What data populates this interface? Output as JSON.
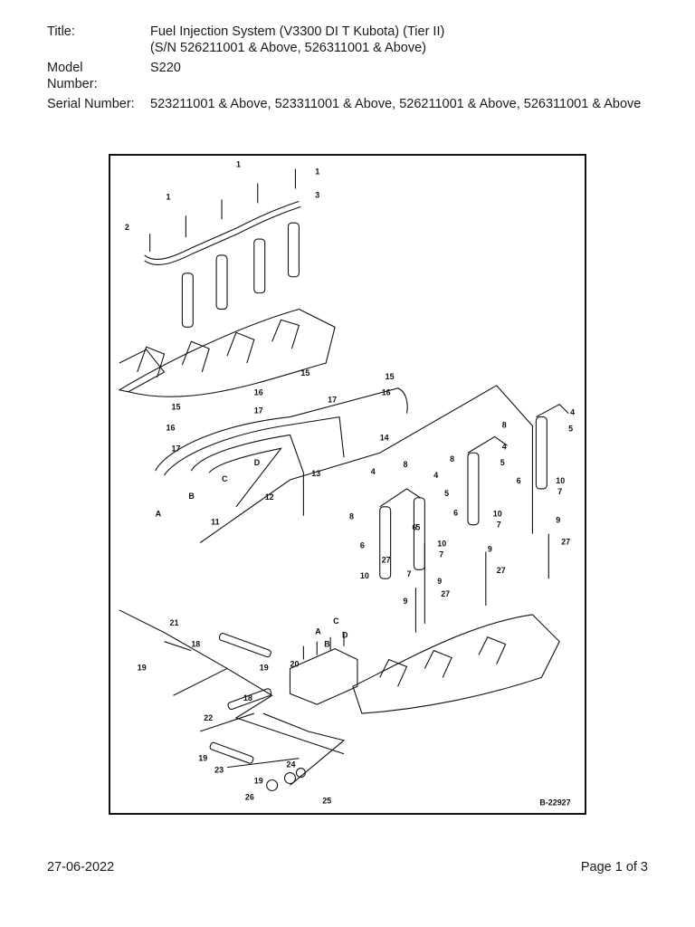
{
  "header": {
    "title_label": "Title:",
    "title_line1": "Fuel Injection System (V3300 DI T Kubota) (Tier II)",
    "title_line2": "(S/N 526211001 & Above, 526311001 & Above)",
    "model_label_line1": "Model",
    "model_label_line2": "Number:",
    "model_value": "S220",
    "serial_label": "Serial Number:",
    "serial_value": "523211001 & Above, 523311001 & Above, 526211001 & Above, 526311001 & Above"
  },
  "diagram": {
    "figure_id": "B-22927",
    "callouts": {
      "c1": "1",
      "c2": "2",
      "c3": "3",
      "c4": "4",
      "c5": "5",
      "c6": "6",
      "c7": "7",
      "c8": "8",
      "c9": "9",
      "c10": "10",
      "c11": "11",
      "c12": "12",
      "c13": "13",
      "c14": "14",
      "c15": "15",
      "c16": "16",
      "c17": "17",
      "c18": "18",
      "c19": "19",
      "c20": "20",
      "c21": "21",
      "c22": "22",
      "c23": "23",
      "c24": "24",
      "c25": "25",
      "c26": "26",
      "c27": "27",
      "a": "A",
      "b": "B",
      "c": "C",
      "d": "D"
    }
  },
  "footer": {
    "date": "27-06-2022",
    "page": "Page 1 of 3"
  }
}
